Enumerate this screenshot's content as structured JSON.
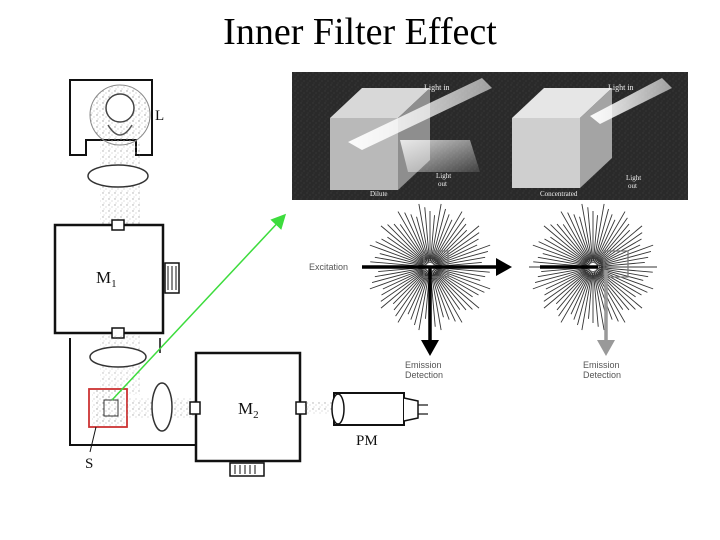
{
  "slide": {
    "title": "Inner Filter Effect"
  },
  "apparatus": {
    "lamp_label": "L",
    "monochromator1_label": "M",
    "monochromator1_sub": "1",
    "monochromator2_label": "M",
    "monochromator2_sub": "2",
    "sample_label": "S",
    "detector_label": "PM"
  },
  "photo": {
    "light_in_left": "Light in",
    "light_out_left_1": "Light",
    "light_out_left_2": "out",
    "caption_left": "Dilute",
    "light_in_right": "Light in",
    "light_out_right_1": "Light",
    "light_out_right_2": "out",
    "caption_right": "Concentrated"
  },
  "geometry_labels": {
    "excitation": "Excitation",
    "emission_left_1": "Emission",
    "emission_left_2": "Detection",
    "emission_right_1": "Emission",
    "emission_right_2": "Detection"
  },
  "colors": {
    "pointer_arrow": "#3ddc3d",
    "sample_box": "#cc3333",
    "photo_bg": "#2a2a2a"
  }
}
